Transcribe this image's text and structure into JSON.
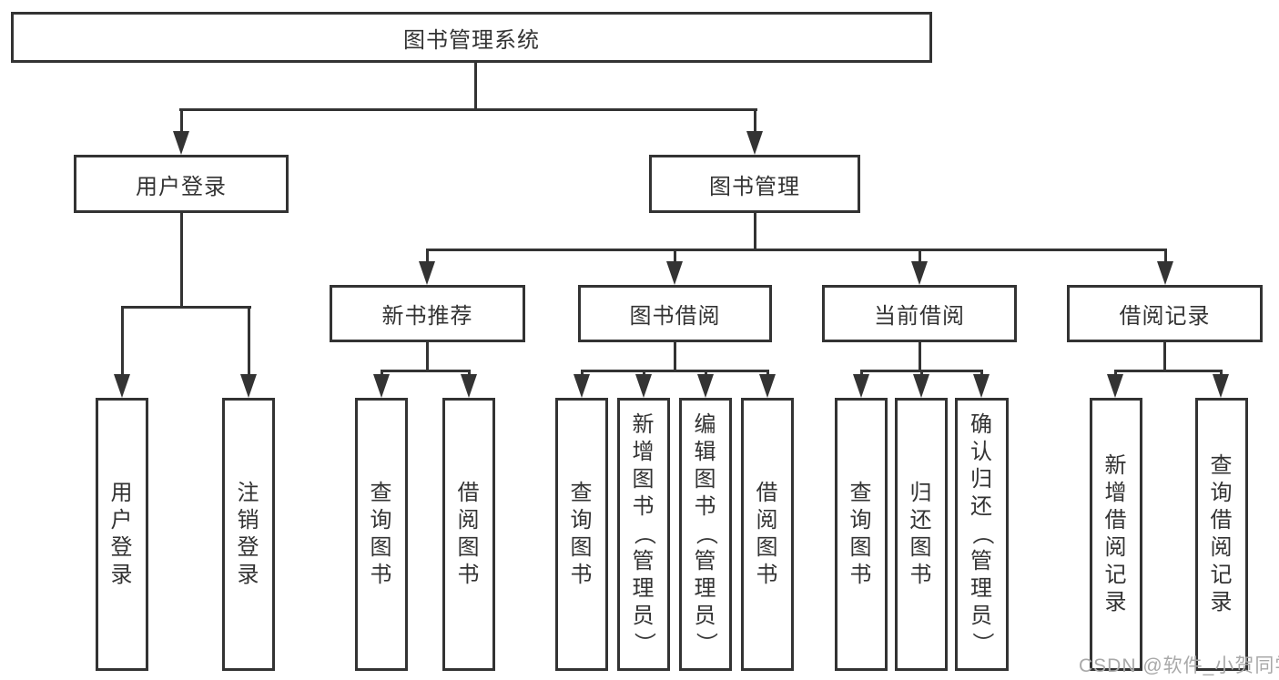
{
  "diagram": {
    "title": "图书管理系统",
    "watermark": "CSDN @软件_小贺同学",
    "colors": {
      "line": "#333333",
      "text": "#333333",
      "box_background": "#ffffff",
      "page_background": "#ffffff",
      "watermark": "#a9a9a9"
    }
  },
  "tree": {
    "label": "图书管理系统",
    "children": [
      {
        "label": "用户登录",
        "children": [
          {
            "label": "用户登录"
          },
          {
            "label": "注销登录"
          }
        ]
      },
      {
        "label": "图书管理",
        "children": [
          {
            "label": "新书推荐",
            "children": [
              {
                "label": "查询图书"
              },
              {
                "label": "借阅图书"
              }
            ]
          },
          {
            "label": "图书借阅",
            "children": [
              {
                "label": "查询图书"
              },
              {
                "label": "新增图书（管理员）"
              },
              {
                "label": "编辑图书（管理员）"
              },
              {
                "label": "借阅图书"
              }
            ]
          },
          {
            "label": "当前借阅",
            "children": [
              {
                "label": "查询图书"
              },
              {
                "label": "归还图书"
              },
              {
                "label": "确认归还（管理员）"
              }
            ]
          },
          {
            "label": "借阅记录",
            "children": [
              {
                "label": "新增借阅记录"
              },
              {
                "label": "查询借阅记录"
              }
            ]
          }
        ]
      }
    ]
  }
}
